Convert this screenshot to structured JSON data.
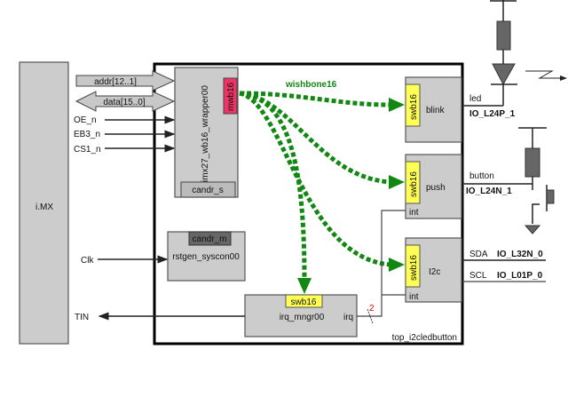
{
  "imx": {
    "label": "i.MX"
  },
  "bus": {
    "addr": "addr[12..1]",
    "data": "data[15..0]",
    "wishbone": "wishbone16"
  },
  "signals": {
    "oe": "OE_n",
    "eb3": "EB3_n",
    "cs1": "CS1_n",
    "clk": "Clk",
    "tin": "TIN"
  },
  "wrapper": {
    "label": "imx27_wb16_wrapper00",
    "master": "mwb16",
    "candr": "candr_s"
  },
  "rstgen": {
    "label": "rstgen_syscon00",
    "candr": "candr_m"
  },
  "irq": {
    "label": "irq_mngr00",
    "slave": "swb16",
    "port": "irq",
    "width": "2"
  },
  "blink": {
    "label": "blink",
    "slave": "swb16"
  },
  "push": {
    "label": "push",
    "slave": "swb16",
    "int": "int"
  },
  "i2c": {
    "label": "I2c",
    "slave": "swb16",
    "int": "int"
  },
  "top": {
    "label": "top_i2cledbutton"
  },
  "pins": {
    "led": "led",
    "led_pin": "IO_L24P_1",
    "button": "button",
    "button_pin": "IO_L24N_1",
    "sda": "SDA",
    "sda_pin": "IO_L32N_0",
    "scl": "SCL",
    "scl_pin": "IO_L01P_0"
  },
  "colors": {
    "wishbone": "#118811",
    "master_tab": "#ee3366",
    "slave_tab": "#ffff55"
  }
}
